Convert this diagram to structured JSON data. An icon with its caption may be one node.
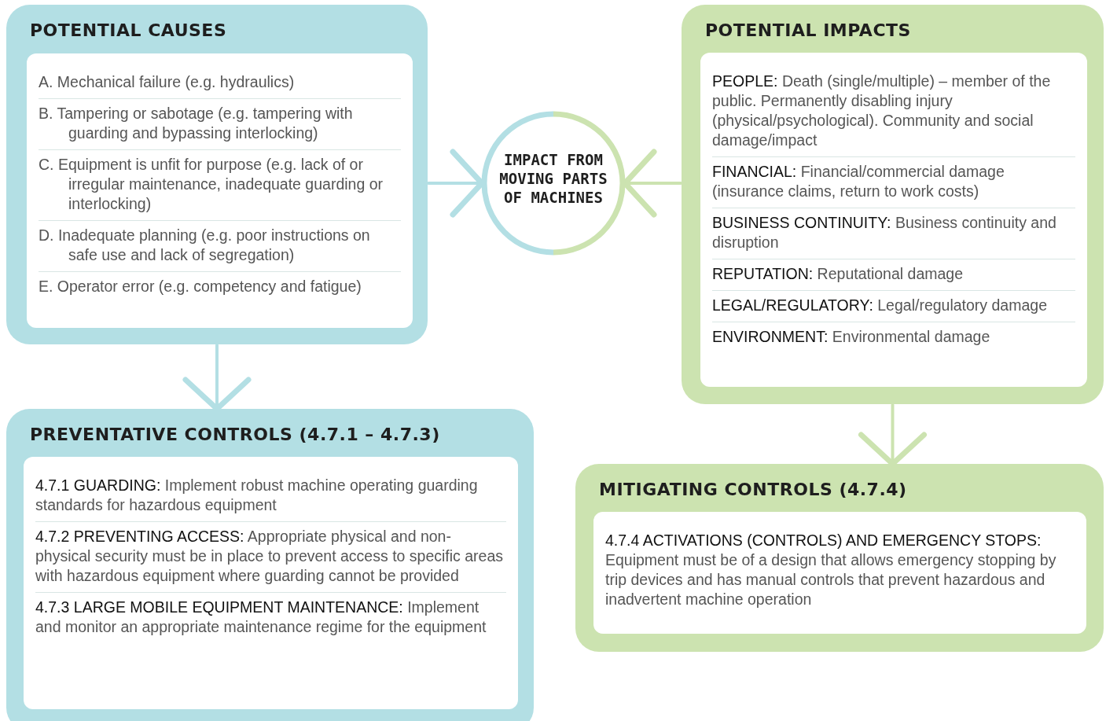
{
  "diagram": {
    "nodes": [
      {
        "text": [
          "POTENTIAL CAUSES",
          "A. Mechanical failure (e.g. hydraulics)",
          "B. Tampering or sabotage (e.g. tampering with guarding and bypassing interlocking)",
          "C. Equipment is unfit for purpose (e.g. lack of or irregular maintenance, inadequate guarding or interlocking)",
          "D. Inadequate planning (e.g. poor instructions on safe use and lack of segregation)",
          "E. Operator error (e.g. competency and fatigue)"
        ]
      },
      {
        "text": [
          "IMPACT FROM MOVING PARTS OF MACHINES"
        ]
      },
      {
        "text": [
          "POTENTIAL IMPACTS",
          "**PEOPLE:** Death (single/multiple) – member of the public. Permanently disabling injury (physical/psychological). Community and social damage/impact",
          "**FINANCIAL:** Financial/commercial damage (insurance claims, return to work costs)",
          "**BUSINESS CONTINUITY:** Business continuity and disruption",
          "**REPUTATION:** Reputational damage",
          "**LEGAL/REGULATORY:** Legal/regulatory damage",
          "**ENVIRONMENT:** Environmental damage"
        ]
      },
      {
        "text": [
          "PREVENTATIVE CONTROLS (4.7.1 – 4.7.3)",
          "**4.7.1 GUARDING:** Implement robust machine operating guarding standards for hazardous equipment",
          "**4.7.2 PREVENTING ACCESS:** Appropriate physical and non-physical security must be in place to prevent access to specific areas with hazardous equipment where guarding cannot be provided",
          "**4.7.3 LARGE MOBILE EQUIPMENT MAINTENANCE:** Implement and monitor an appropriate maintenance regime for the equipment"
        ]
      },
      {
        "text": [
          "MITIGATING CONTROLS (4.7.4)",
          "**4.7.4 ACTIVATIONS (CONTROLS) AND EMERGENCY STOPS:** Equipment must be of a design that allows emergency stopping by trip devices and has manual controls that prevent hazardous and inadvertent machine operation"
        ]
      }
    ],
    "edges": [
      {
        "from": 0,
        "to": 1,
        "arrow": "to",
        "color": "#b3dfe4"
      },
      {
        "from": 2,
        "to": 1,
        "arrow": "to",
        "color": "#cce3b0"
      },
      {
        "from": 0,
        "to": 3,
        "arrow": "to",
        "color": "#b3dfe4"
      },
      {
        "from": 2,
        "to": 4,
        "arrow": "to",
        "color": "#cce3b0"
      }
    ]
  }
}
